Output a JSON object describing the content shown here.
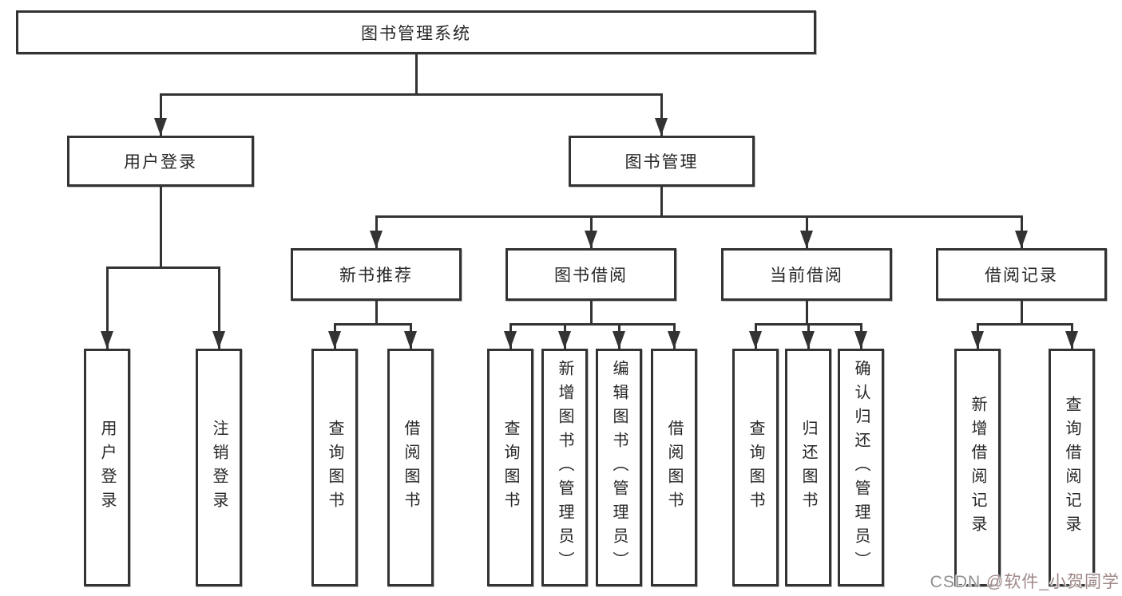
{
  "diagram": {
    "root": {
      "label": "图书管理系统"
    },
    "level1": [
      {
        "id": "user-login",
        "label": "用户登录"
      },
      {
        "id": "book-management",
        "label": "图书管理"
      }
    ],
    "level2": [
      {
        "id": "new-book-recommend",
        "label": "新书推荐"
      },
      {
        "id": "book-borrow",
        "label": "图书借阅"
      },
      {
        "id": "current-borrow",
        "label": "当前借阅"
      },
      {
        "id": "borrow-records",
        "label": "借阅记录"
      }
    ],
    "leaves": [
      {
        "group": "user-login",
        "label": "用户登录"
      },
      {
        "group": "user-login",
        "label": "注销登录"
      },
      {
        "group": "new-book-recommend",
        "label": "查询图书"
      },
      {
        "group": "new-book-recommend",
        "label": "借阅图书"
      },
      {
        "group": "book-borrow",
        "label": "查询图书"
      },
      {
        "group": "book-borrow",
        "label": "新增图书（管理员）"
      },
      {
        "group": "book-borrow",
        "label": "编辑图书（管理员）"
      },
      {
        "group": "book-borrow",
        "label": "借阅图书"
      },
      {
        "group": "current-borrow",
        "label": "查询图书"
      },
      {
        "group": "current-borrow",
        "label": "归还图书"
      },
      {
        "group": "current-borrow",
        "label": "确认归还（管理员）"
      },
      {
        "group": "borrow-records",
        "label": "新增借阅记录"
      },
      {
        "group": "borrow-records",
        "label": "查询借阅记录"
      }
    ]
  },
  "watermark": {
    "prefix": "CSDN ",
    "handle": "@软件_小贺同学"
  },
  "colors": {
    "line": "#333333",
    "text": "#262626",
    "background": "#ffffff",
    "watermark_gray": "#8f8f8f",
    "watermark_handle": "#a18989"
  }
}
